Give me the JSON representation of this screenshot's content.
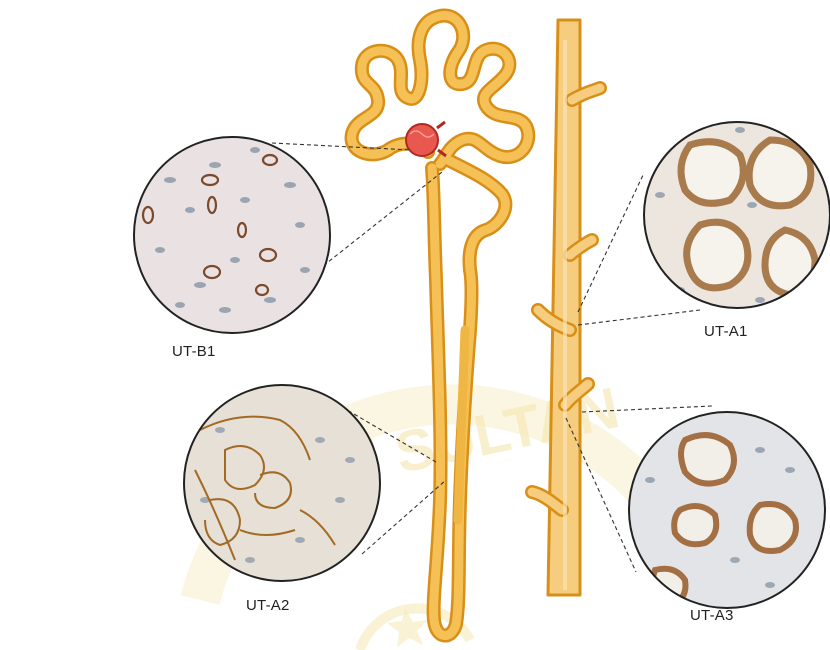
{
  "labels": {
    "ut_b1": "UT-B1",
    "ut_a1": "UT-A1",
    "ut_a2": "UT-A2",
    "ut_a3": "UT-A3"
  },
  "colors": {
    "tubule_fill": "#f5c156",
    "tubule_outline": "#d88f17",
    "collecting_duct": "#f6cd7f",
    "glomerulus": "#e9584f",
    "glomerulus_outline": "#b02a22",
    "tissue_background": "#e9e3dc",
    "nuclei": "#7f8fa3",
    "stain": "#9b6a3f",
    "watermark": "#e8c64a",
    "leader_line": "#333333"
  }
}
